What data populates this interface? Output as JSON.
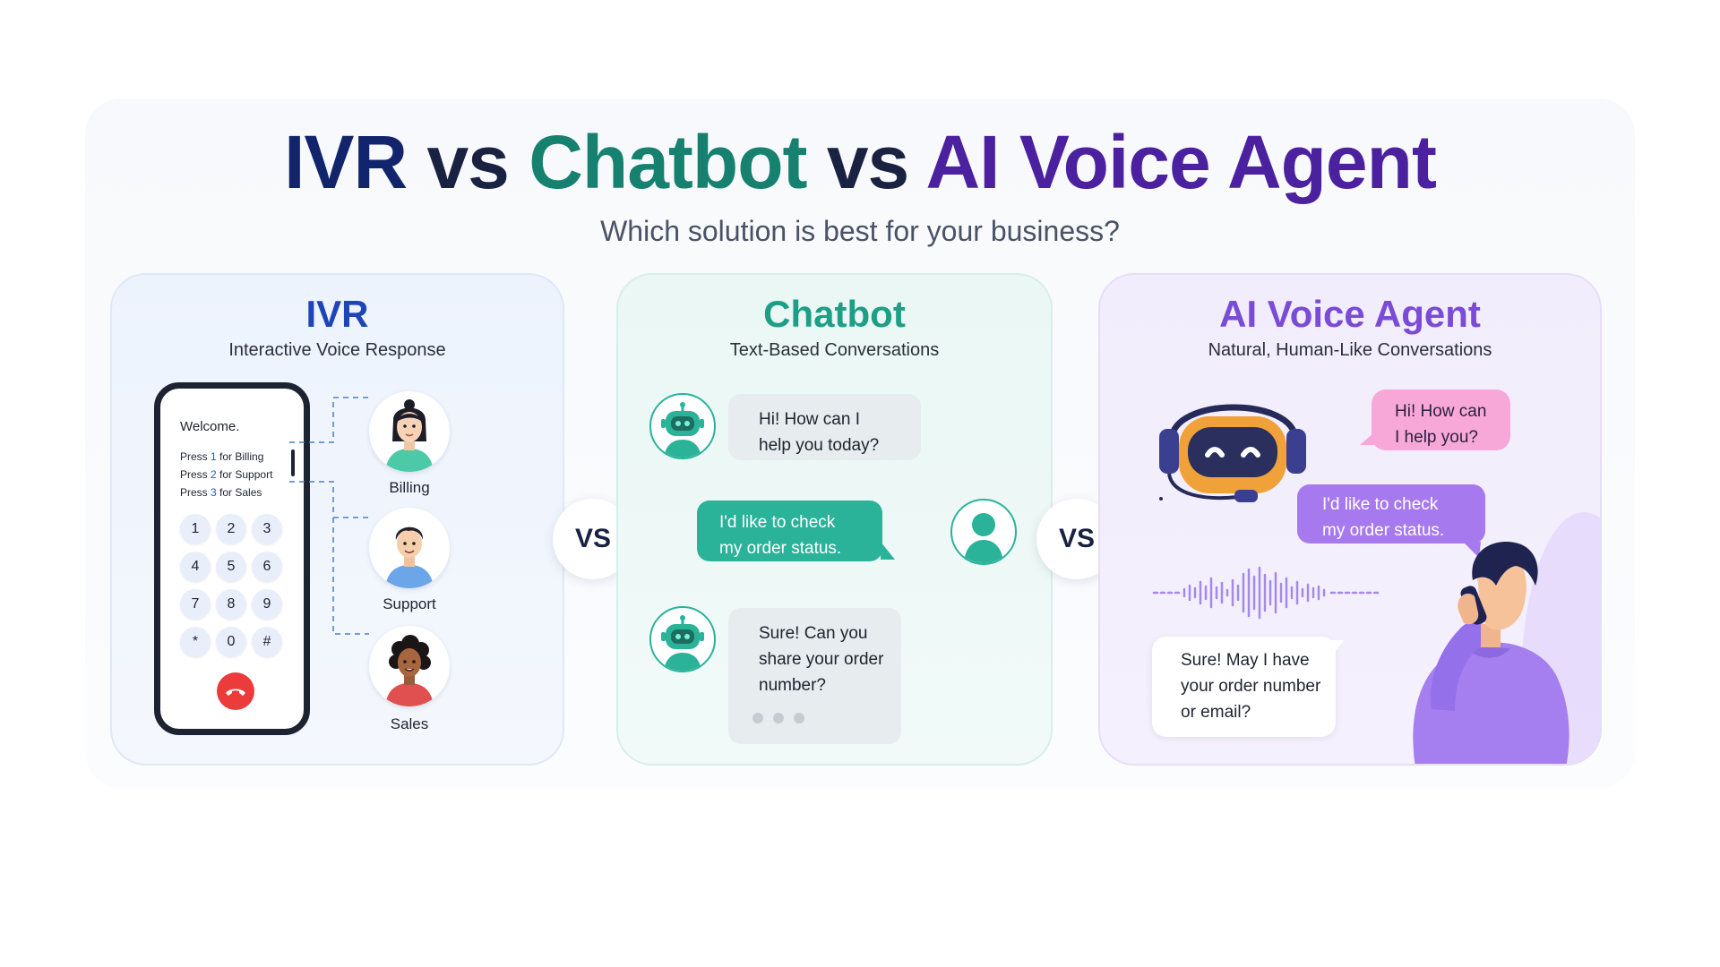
{
  "header": {
    "title_ivr": "IVR",
    "title_vs1": "vs",
    "title_chatbot": "Chatbot",
    "title_vs2": "vs",
    "title_ai": "AI Voice Agent",
    "subtitle": "Which solution is best for your business?"
  },
  "ivr": {
    "title": "IVR",
    "subtitle": "Interactive Voice Response",
    "phone": {
      "welcome": "Welcome.",
      "menu": [
        {
          "pre": "Press ",
          "num": "1",
          "post": " for Billing"
        },
        {
          "pre": "Press ",
          "num": "2",
          "post": " for Support"
        },
        {
          "pre": "Press ",
          "num": "3",
          "post": " for Sales"
        }
      ],
      "keys": [
        "1",
        "2",
        "3",
        "4",
        "5",
        "6",
        "7",
        "8",
        "9",
        "*",
        "0",
        "#"
      ]
    },
    "departments": [
      "Billing",
      "Support",
      "Sales"
    ]
  },
  "vs_labels": [
    "VS",
    "VS"
  ],
  "chatbot": {
    "title": "Chatbot",
    "subtitle": "Text-Based Conversations",
    "messages": [
      {
        "line1": "Hi! How can I",
        "line2": "help you today?"
      },
      {
        "line1": "I'd like to check",
        "line2": "my order status."
      },
      {
        "line1": "Sure! Can you",
        "line2": "share your order",
        "line3": "number?"
      }
    ]
  },
  "ai": {
    "title": "AI Voice Agent",
    "subtitle": "Natural, Human-Like Conversations",
    "messages": [
      {
        "line1": "Hi! How can",
        "line2": "I help you?"
      },
      {
        "line1": "I'd like to check",
        "line2": "my order status."
      },
      {
        "line1": "Sure! May I have",
        "line2": "your order number",
        "line3": "or email?"
      }
    ]
  },
  "colors": {
    "ivr": "#1e45b8",
    "chatbot": "#1f9e86",
    "ai": "#7a4bd6",
    "navy": "#12246b"
  }
}
